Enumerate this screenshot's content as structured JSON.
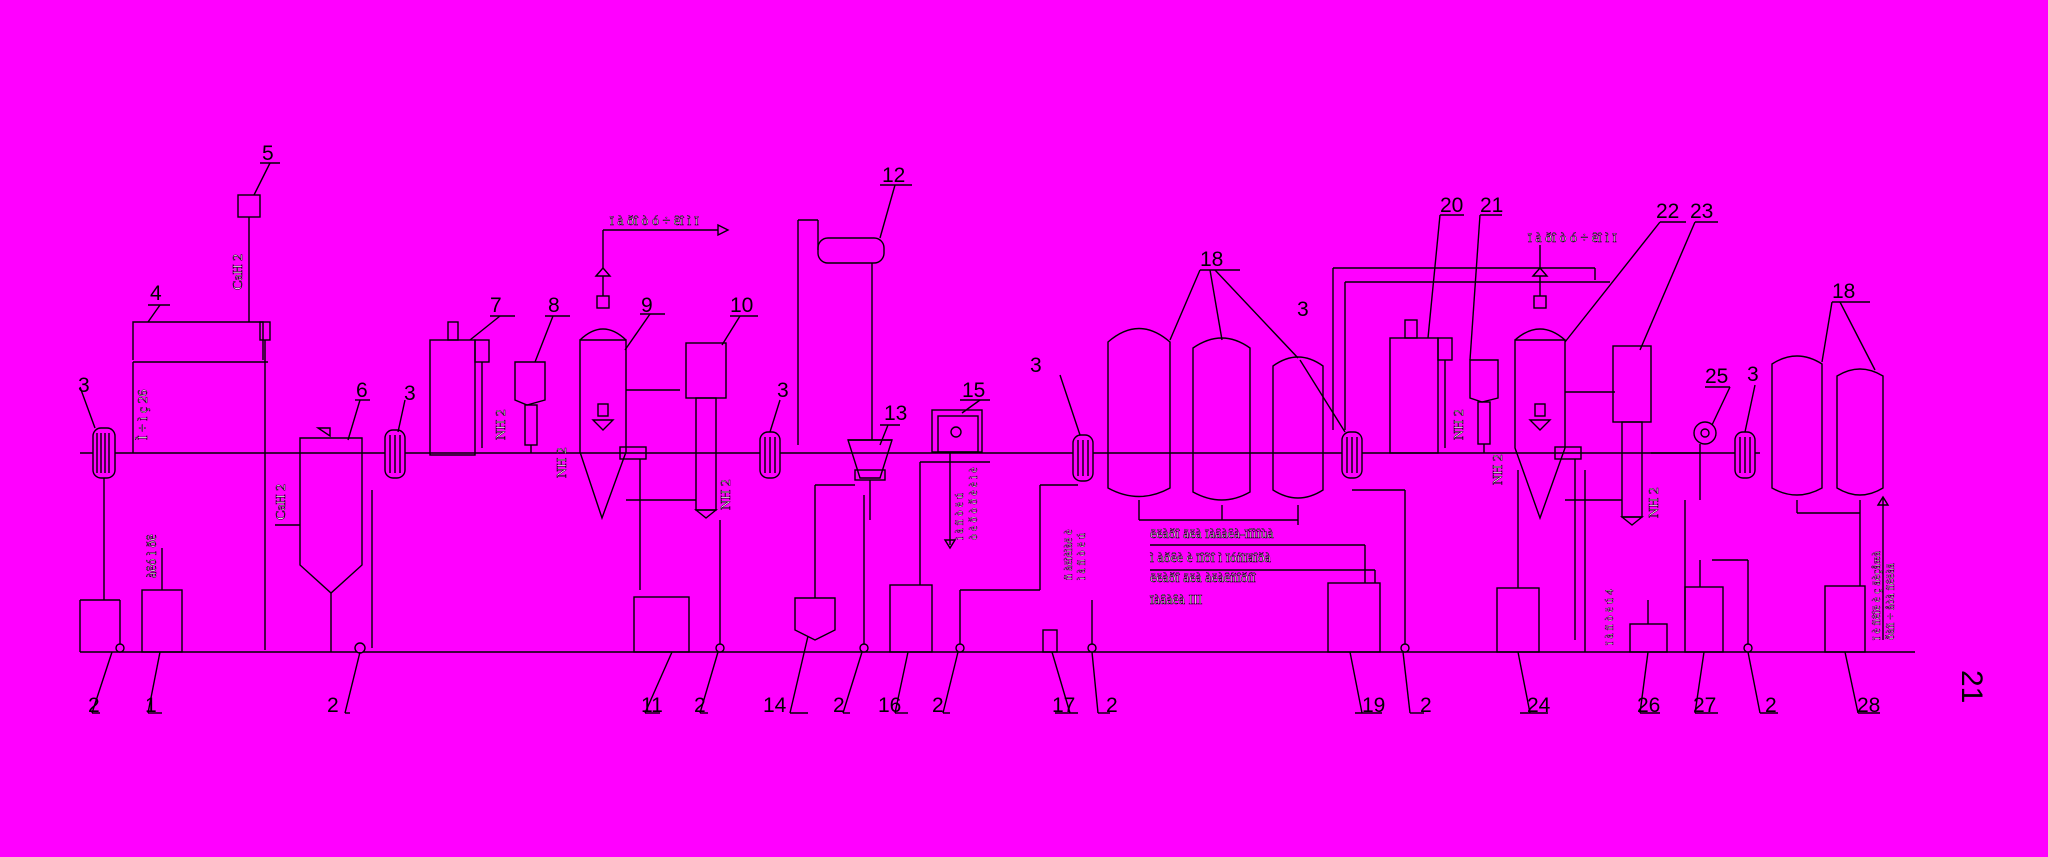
{
  "diagram": {
    "page_number": "21",
    "background_color": "#ff00ff",
    "line_color": "#000000",
    "labels": {
      "lbl_top1": "ï à ðî ò ó ÷ êî ì ï",
      "lbl_top2": "ï à ðî ò ó ÷ êî ì ï",
      "lbl_cah2_top": "CaH 2",
      "lbl_cah2_mid": "CaH 2",
      "lbl_ots": "Ì ÷ ì ç 26",
      "lbl_aeo": "àêó ì ðê",
      "lbl_nh_8": "NH 2",
      "lbl_nh_9": "NH 2",
      "lbl_nh_10": "NH 2",
      "lbl_nh_21": "NH 2",
      "lbl_nh_22": "NH 2",
      "lbl_nh_23": "NH 2",
      "lbl_v15": "ì à ñ ò ë ú",
      "lbl_v15b": "ò è ð ò ð è è ì è",
      "lbl_v17": "ñ àëìèìàë è",
      "lbl_v17b": "ì à ñ ò ë ú",
      "lbl_v25a": "ï à ñ ò ë ú 4",
      "lbl_v28": "ï è ñêîë è ç äèçåæà",
      "lbl_v28b": "ðàñ ÷ åòà ñêëàä",
      "lbl_c1": "ëëàðî äëà ïàâàêà-ïîìîùà",
      "lbl_c2": "ì àðêè è ïîõî ì ïóñïäîðà",
      "lbl_c3": "ëëàðî äëà àëàêñîðíî",
      "lbl_c4": "ïàâàêà III"
    },
    "equipment_numbers": [
      "1",
      "2",
      "3",
      "4",
      "5",
      "6",
      "7",
      "8",
      "9",
      "10",
      "11",
      "12",
      "13",
      "14",
      "15",
      "16",
      "17",
      "18",
      "19",
      "20",
      "21",
      "22",
      "23",
      "24",
      "25",
      "26",
      "27",
      "28"
    ]
  }
}
